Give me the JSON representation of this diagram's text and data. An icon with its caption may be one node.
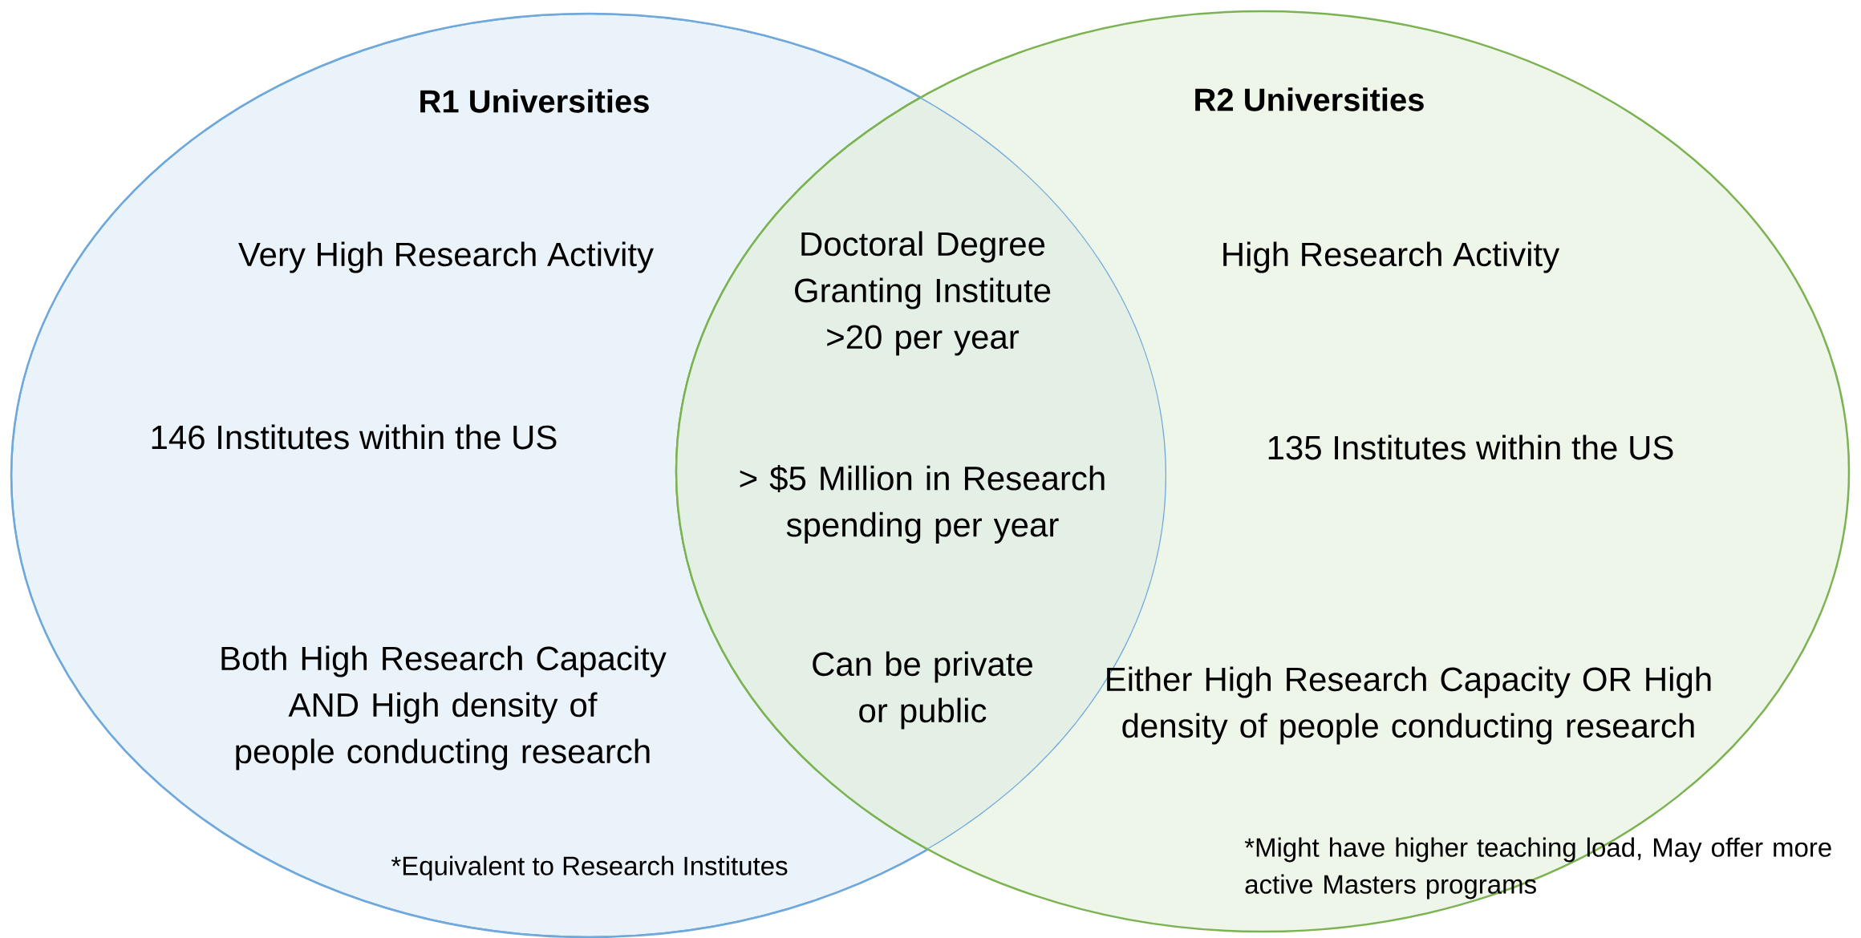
{
  "diagram": {
    "nodes": [
      {
        "text": [
          "R1 Universities",
          "Very High Research Activity",
          "146 Institutes within the US",
          "Both High Research Capacity AND High density of people conducting research",
          "*Equivalent to Research Institutes"
        ]
      },
      {
        "text": [
          "R2 Universities",
          "High Research Activity",
          "135 Institutes within the US",
          "Either High Research Capacity OR High density of people conducting research",
          "*Might have higher teaching load, May offer more active Masters programs"
        ]
      }
    ],
    "labels": [
      "Doctoral Degree Granting Institute >20 per year",
      "> $5 Million in Research spending per year",
      "Can be private or public"
    ]
  }
}
